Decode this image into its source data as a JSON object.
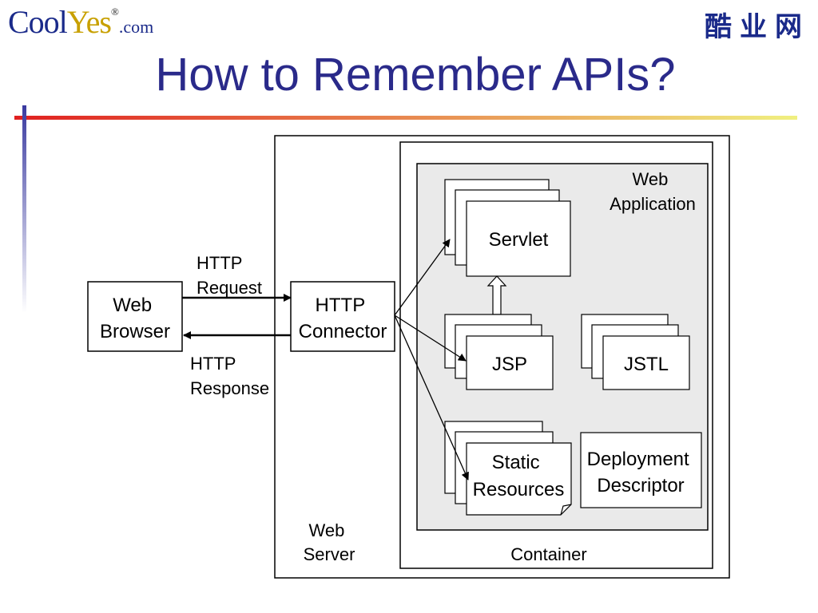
{
  "header": {
    "logo_part1": "Cool",
    "logo_part2": "Yes",
    "logo_reg": "®",
    "logo_domain": ".com",
    "cjk_brand": "酷业网"
  },
  "slide": {
    "title": "How to Remember APIs?"
  },
  "diagram": {
    "web_browser": [
      "Web",
      "Browser"
    ],
    "http_request": [
      "HTTP",
      "Request"
    ],
    "http_response": [
      "HTTP",
      "Response"
    ],
    "http_connector": [
      "HTTP",
      "Connector"
    ],
    "web_server": [
      "Web",
      "Server"
    ],
    "container": "Container",
    "web_application": [
      "Web",
      "Application"
    ],
    "servlet": "Servlet",
    "jsp": "JSP",
    "jstl": "JSTL",
    "static_resources": [
      "Static",
      "Resources"
    ],
    "deployment_descriptor": [
      "Deployment",
      "Descriptor"
    ]
  },
  "colors": {
    "title": "#2a2a8a",
    "rule_start": "#e02020",
    "rule_end": "#f0f080",
    "web_app_bg": "#eaeaea"
  }
}
